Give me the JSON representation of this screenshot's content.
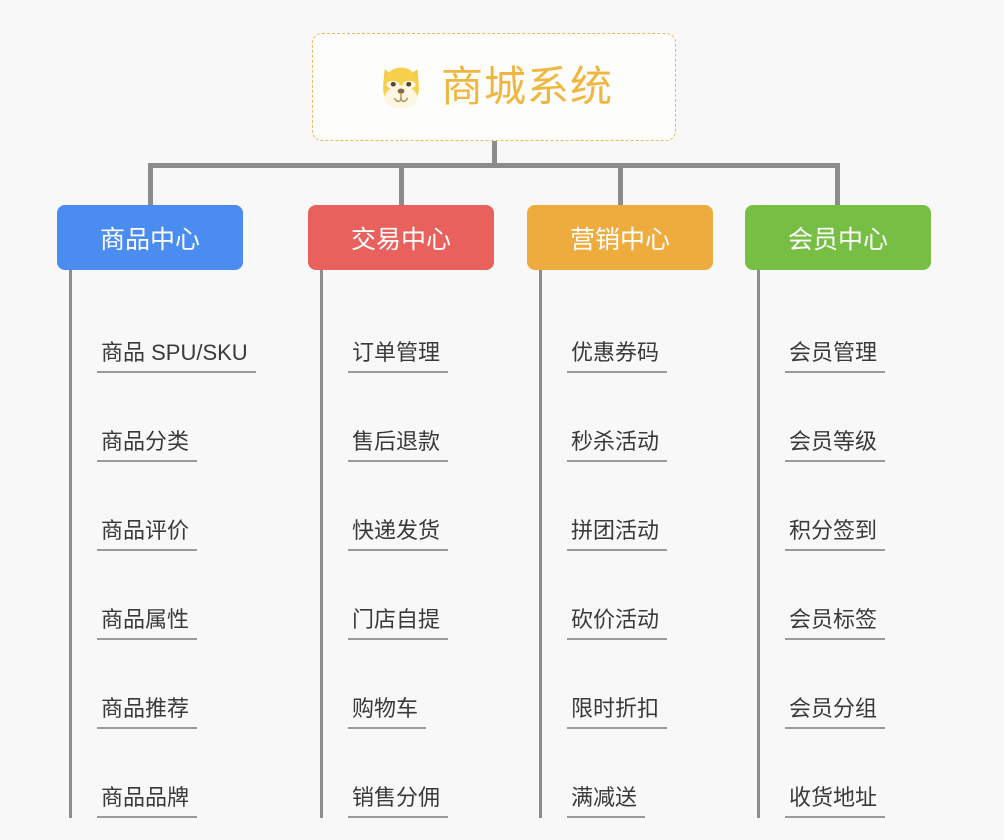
{
  "background_color": "#f8f8f8",
  "root": {
    "title": "商城系统",
    "icon": "shiba-dog-face-icon",
    "border_color": "#e6b863",
    "text_color": "#f0b740"
  },
  "columns": [
    {
      "header": "商品中心",
      "color": "#4a8cf0",
      "items": [
        "商品 SPU/SKU",
        "商品分类",
        "商品评价",
        "商品属性",
        "商品推荐",
        "商品品牌"
      ]
    },
    {
      "header": "交易中心",
      "color": "#e8615d",
      "items": [
        "订单管理",
        "售后退款",
        "快递发货",
        "门店自提",
        "购物车",
        "销售分佣"
      ]
    },
    {
      "header": "营销中心",
      "color": "#eeab3e",
      "items": [
        "优惠券码",
        "秒杀活动",
        "拼团活动",
        "砍价活动",
        "限时折扣",
        "满减送"
      ]
    },
    {
      "header": "会员中心",
      "color": "#77bf44",
      "items": [
        "会员管理",
        "会员等级",
        "积分签到",
        "会员标签",
        "会员分组",
        "收货地址"
      ]
    }
  ]
}
